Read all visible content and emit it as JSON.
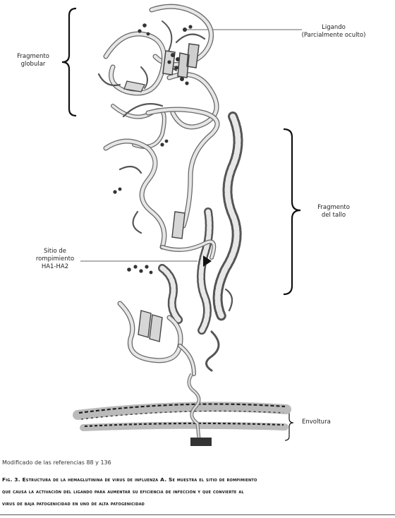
{
  "labels": {
    "ligando": [
      "Ligando",
      "(Parcialmente oculto)"
    ],
    "fragmento_globular": [
      "Fragmento",
      "globular"
    ],
    "fragmento_tallo": [
      "Fragmento",
      "del tallo"
    ],
    "sitio_rompimiento": [
      "Sitio de",
      "rompimiento",
      "HA1-HA2"
    ],
    "envoltura": "Envoltura"
  },
  "credit": "Modificado de las referencias 88 y 136",
  "caption": {
    "line1": "Fig. 3. Estructura de la hemaglutinina de virus de influenza A. Se muestra el sitio de rompimiento",
    "line2": "que causa la activación del ligando para aumentar su eficiencia de infección y que convierte al",
    "line3": "virus de baja patogenicidad en uno de alta patogenicidad"
  }
}
